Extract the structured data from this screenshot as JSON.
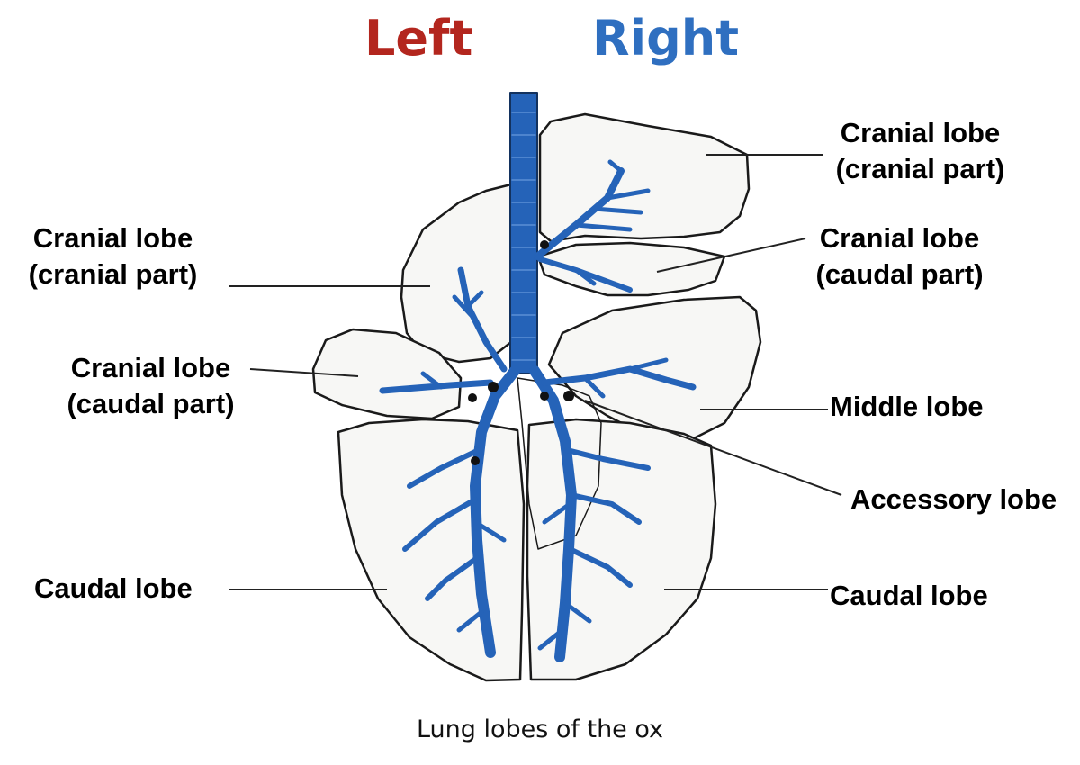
{
  "headings": {
    "left": {
      "text": "Left",
      "color": "#b3261e"
    },
    "right": {
      "text": "Right",
      "color": "#2f6fc0"
    }
  },
  "labels": {
    "right_cranial_cranial": {
      "line1": "Cranial lobe",
      "line2": "(cranial part)"
    },
    "right_cranial_caudal": {
      "line1": "Cranial lobe",
      "line2": "(caudal part)"
    },
    "left_cranial_cranial": {
      "line1": "Cranial lobe",
      "line2": "(cranial part)"
    },
    "left_cranial_caudal": {
      "line1": "Cranial lobe",
      "line2": "(caudal part)"
    },
    "middle": "Middle lobe",
    "accessory": "Accessory lobe",
    "left_caudal": "Caudal lobe",
    "right_caudal": "Caudal lobe"
  },
  "caption": "Lung lobes of the ox",
  "colors": {
    "bronchi": "#2563b8",
    "outline": "#1a1a1a",
    "lobe_fill": "#f7f7f5"
  }
}
